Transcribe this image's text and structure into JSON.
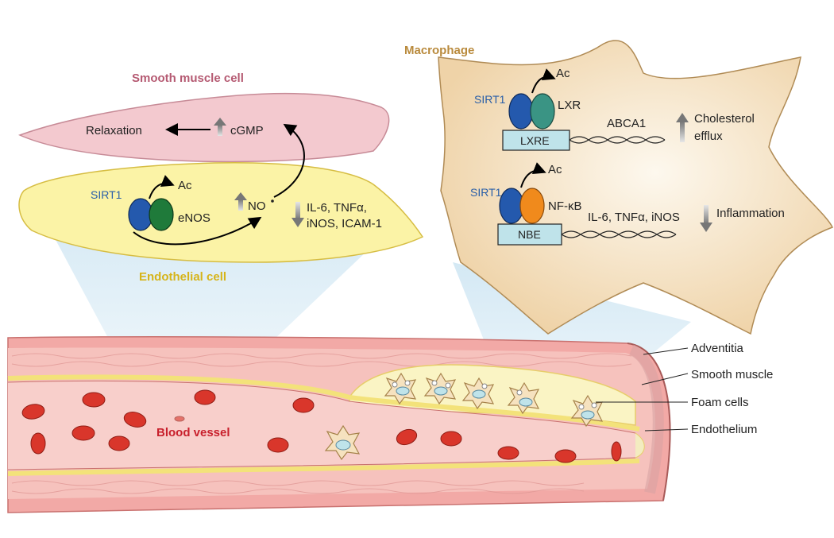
{
  "labels": {
    "smooth_muscle_cell": "Smooth muscle cell",
    "endothelial_cell": "Endothelial cell",
    "macrophage": "Macrophage",
    "blood_vessel": "Blood vessel",
    "relaxation": "Relaxation",
    "cgmp": "cGMP",
    "no": "NO",
    "sirt1": "SIRT1",
    "ac": "Ac",
    "enos": "eNOS",
    "endo_cytokines_1": "IL-6, TNFα,",
    "endo_cytokines_2": "iNOS, ICAM-1",
    "lxr": "LXR",
    "lxre": "LXRE",
    "abca1": "ABCA1",
    "cholesterol": "Cholesterol",
    "efflux": "efflux",
    "nfkb": "NF-κB",
    "nbe": "NBE",
    "mac_cytokines": "IL-6, TNFα, iNOS",
    "inflammation": "Inflammation",
    "adventitia": "Adventitia",
    "smooth_muscle": "Smooth muscle",
    "foam_cells": "Foam cells",
    "endothelium": "Endothelium"
  },
  "colors": {
    "smc_title": "#b55a72",
    "endo_title": "#d6b41a",
    "mac_title": "#b98a3c",
    "blood_vessel_title": "#c8202c",
    "sirt1_text": "#2a5fa8",
    "sirt1_oval": "#2459ad",
    "enos_oval": "#1f7a3a",
    "lxr_oval": "#3a9484",
    "nfkb_oval": "#f08a1c",
    "smc_fill": "#f3c9cf",
    "endo_fill": "#fbf3a6",
    "mac_fill": "#f3dab6",
    "box_fill": "#bfe3ea"
  }
}
